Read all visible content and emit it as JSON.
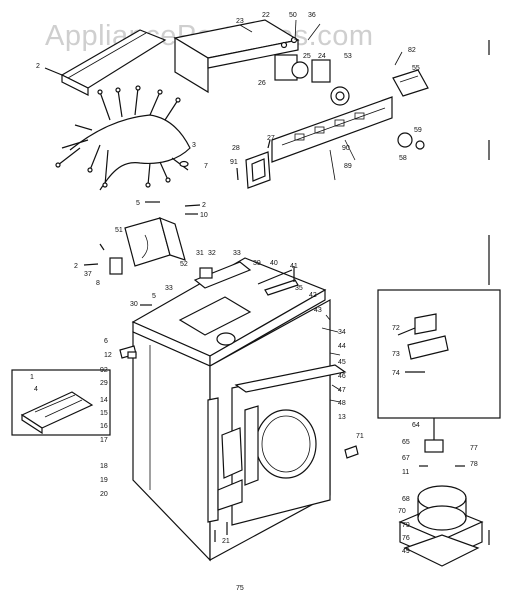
{
  "watermark": "AppliancePartsPros.com",
  "part_labels": [
    "2",
    "23",
    "22",
    "50",
    "36",
    "82",
    "55",
    "26",
    "25",
    "24",
    "53",
    "3",
    "28",
    "27",
    "91",
    "90",
    "89",
    "59",
    "58",
    "7",
    "5",
    "2",
    "10",
    "51",
    "2",
    "8",
    "37",
    "31",
    "32",
    "33",
    "39",
    "40",
    "41",
    "35",
    "52",
    "30",
    "33",
    "5",
    "34",
    "42",
    "43",
    "6",
    "12",
    "44",
    "45",
    "46",
    "47",
    "48",
    "13",
    "92",
    "29",
    "1",
    "4",
    "14",
    "15",
    "16",
    "17",
    "18",
    "19",
    "20",
    "21",
    "75",
    "71",
    "72",
    "73",
    "74",
    "64",
    "65",
    "67",
    "11",
    "68",
    "70",
    "79",
    "76",
    "49",
    "77",
    "78"
  ]
}
